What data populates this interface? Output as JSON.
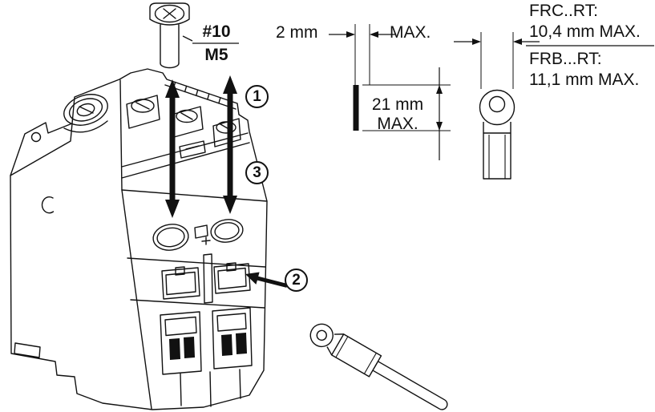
{
  "figure": {
    "screw_label": {
      "imperial": "#10",
      "metric": "M5"
    },
    "steps": {
      "step1": "1",
      "step2": "2",
      "step3": "3"
    },
    "strip_dimension": {
      "value": "2 mm",
      "max_label": "MAX."
    },
    "insert_depth_dimension": {
      "value": "21 mm",
      "max_label": "MAX."
    },
    "lug_specs": {
      "frc_label": "FRC..RT:",
      "frc_value": "10,4 mm MAX.",
      "frb_label": "FRB...RT:",
      "frb_value": "11,1 mm MAX."
    },
    "colors": {
      "line": "#111111",
      "background": "#ffffff"
    }
  }
}
